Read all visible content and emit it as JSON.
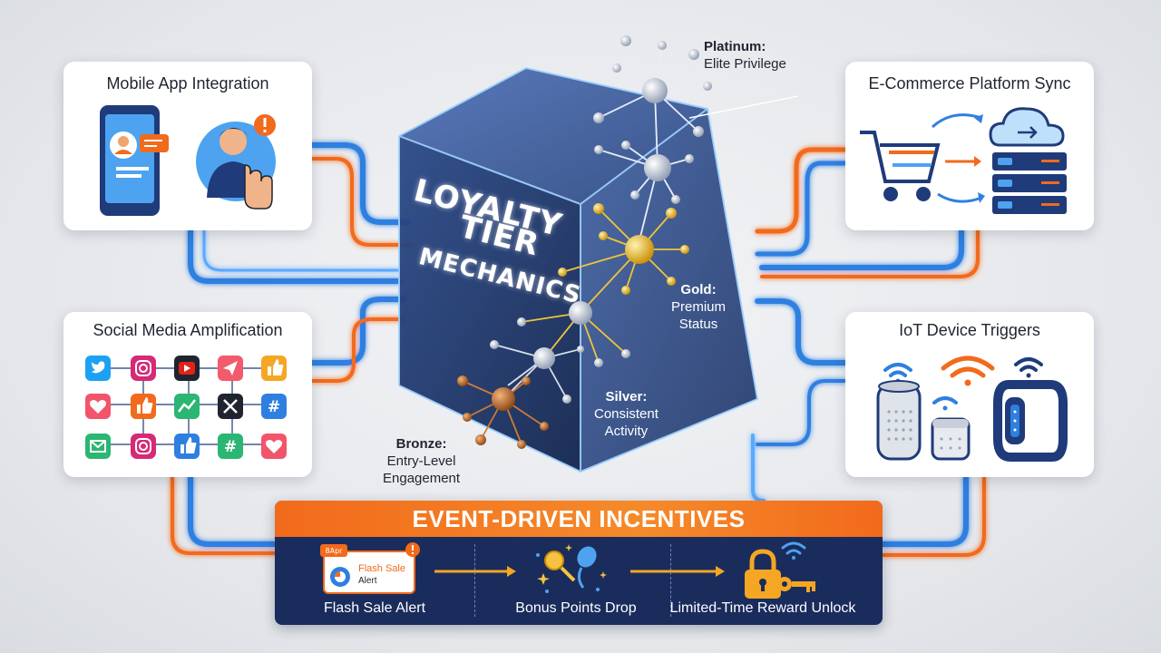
{
  "cube": {
    "title_line1": "LOYALTY",
    "title_line2": "TIER",
    "title_line3": "MECHANICS"
  },
  "tiers": [
    {
      "name": "Platinum:",
      "desc": "Elite Privilege"
    },
    {
      "name": "Gold:",
      "desc_line1": "Premium",
      "desc_line2": "Status"
    },
    {
      "name": "Silver:",
      "desc_line1": "Consistent",
      "desc_line2": "Activity"
    },
    {
      "name": "Bronze:",
      "desc_line1": "Entry-Level",
      "desc_line2": "Engagement"
    }
  ],
  "cards": {
    "mobile": {
      "title": "Mobile App Integration",
      "icons": [
        "smartphone-icon",
        "user-tap-icon",
        "alert-icon"
      ]
    },
    "ecommerce": {
      "title": "E-Commerce Platform Sync",
      "icons": [
        "shopping-cart-icon",
        "cloud-server-icon"
      ]
    },
    "social": {
      "title": "Social Media Amplification",
      "icons": [
        "twitter-icon",
        "instagram-icon",
        "youtube-icon",
        "share-icon",
        "like-icon",
        "heart-icon",
        "trend-icon",
        "x-icon",
        "hashtag-icon",
        "mail-icon"
      ]
    },
    "iot": {
      "title": "IoT Device Triggers",
      "icons": [
        "smart-speaker-icon",
        "wifi-icon",
        "smart-hub-icon",
        "fitness-band-icon"
      ]
    }
  },
  "events": {
    "header": "EVENT-DRIVEN INCENTIVES",
    "flash_card_tag": "8Apr",
    "flash_card_line1": "Flash Sale",
    "flash_card_line2": "Alert",
    "steps": [
      {
        "label": "Flash Sale Alert"
      },
      {
        "label": "Bonus Points Drop"
      },
      {
        "label": "Limited-Time Reward Unlock"
      }
    ]
  },
  "colors": {
    "navy": "#1a2c5c",
    "orange": "#f26a1b",
    "blue_wire": "#2f7fe0",
    "gold": "#e8b21a",
    "bronze": "#c0702a",
    "silver": "#c9d2de"
  }
}
